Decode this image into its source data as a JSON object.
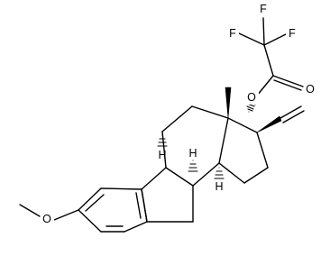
{
  "atoms": {
    "f1": "F",
    "f2": "F",
    "f3": "F",
    "o_carbonyl": "O",
    "o_ester": "O",
    "o_methoxy": "O",
    "h_9": "H",
    "h_8": "H",
    "h_14": "H"
  },
  "colors": {
    "bond": "#000000",
    "background": "#ffffff"
  }
}
